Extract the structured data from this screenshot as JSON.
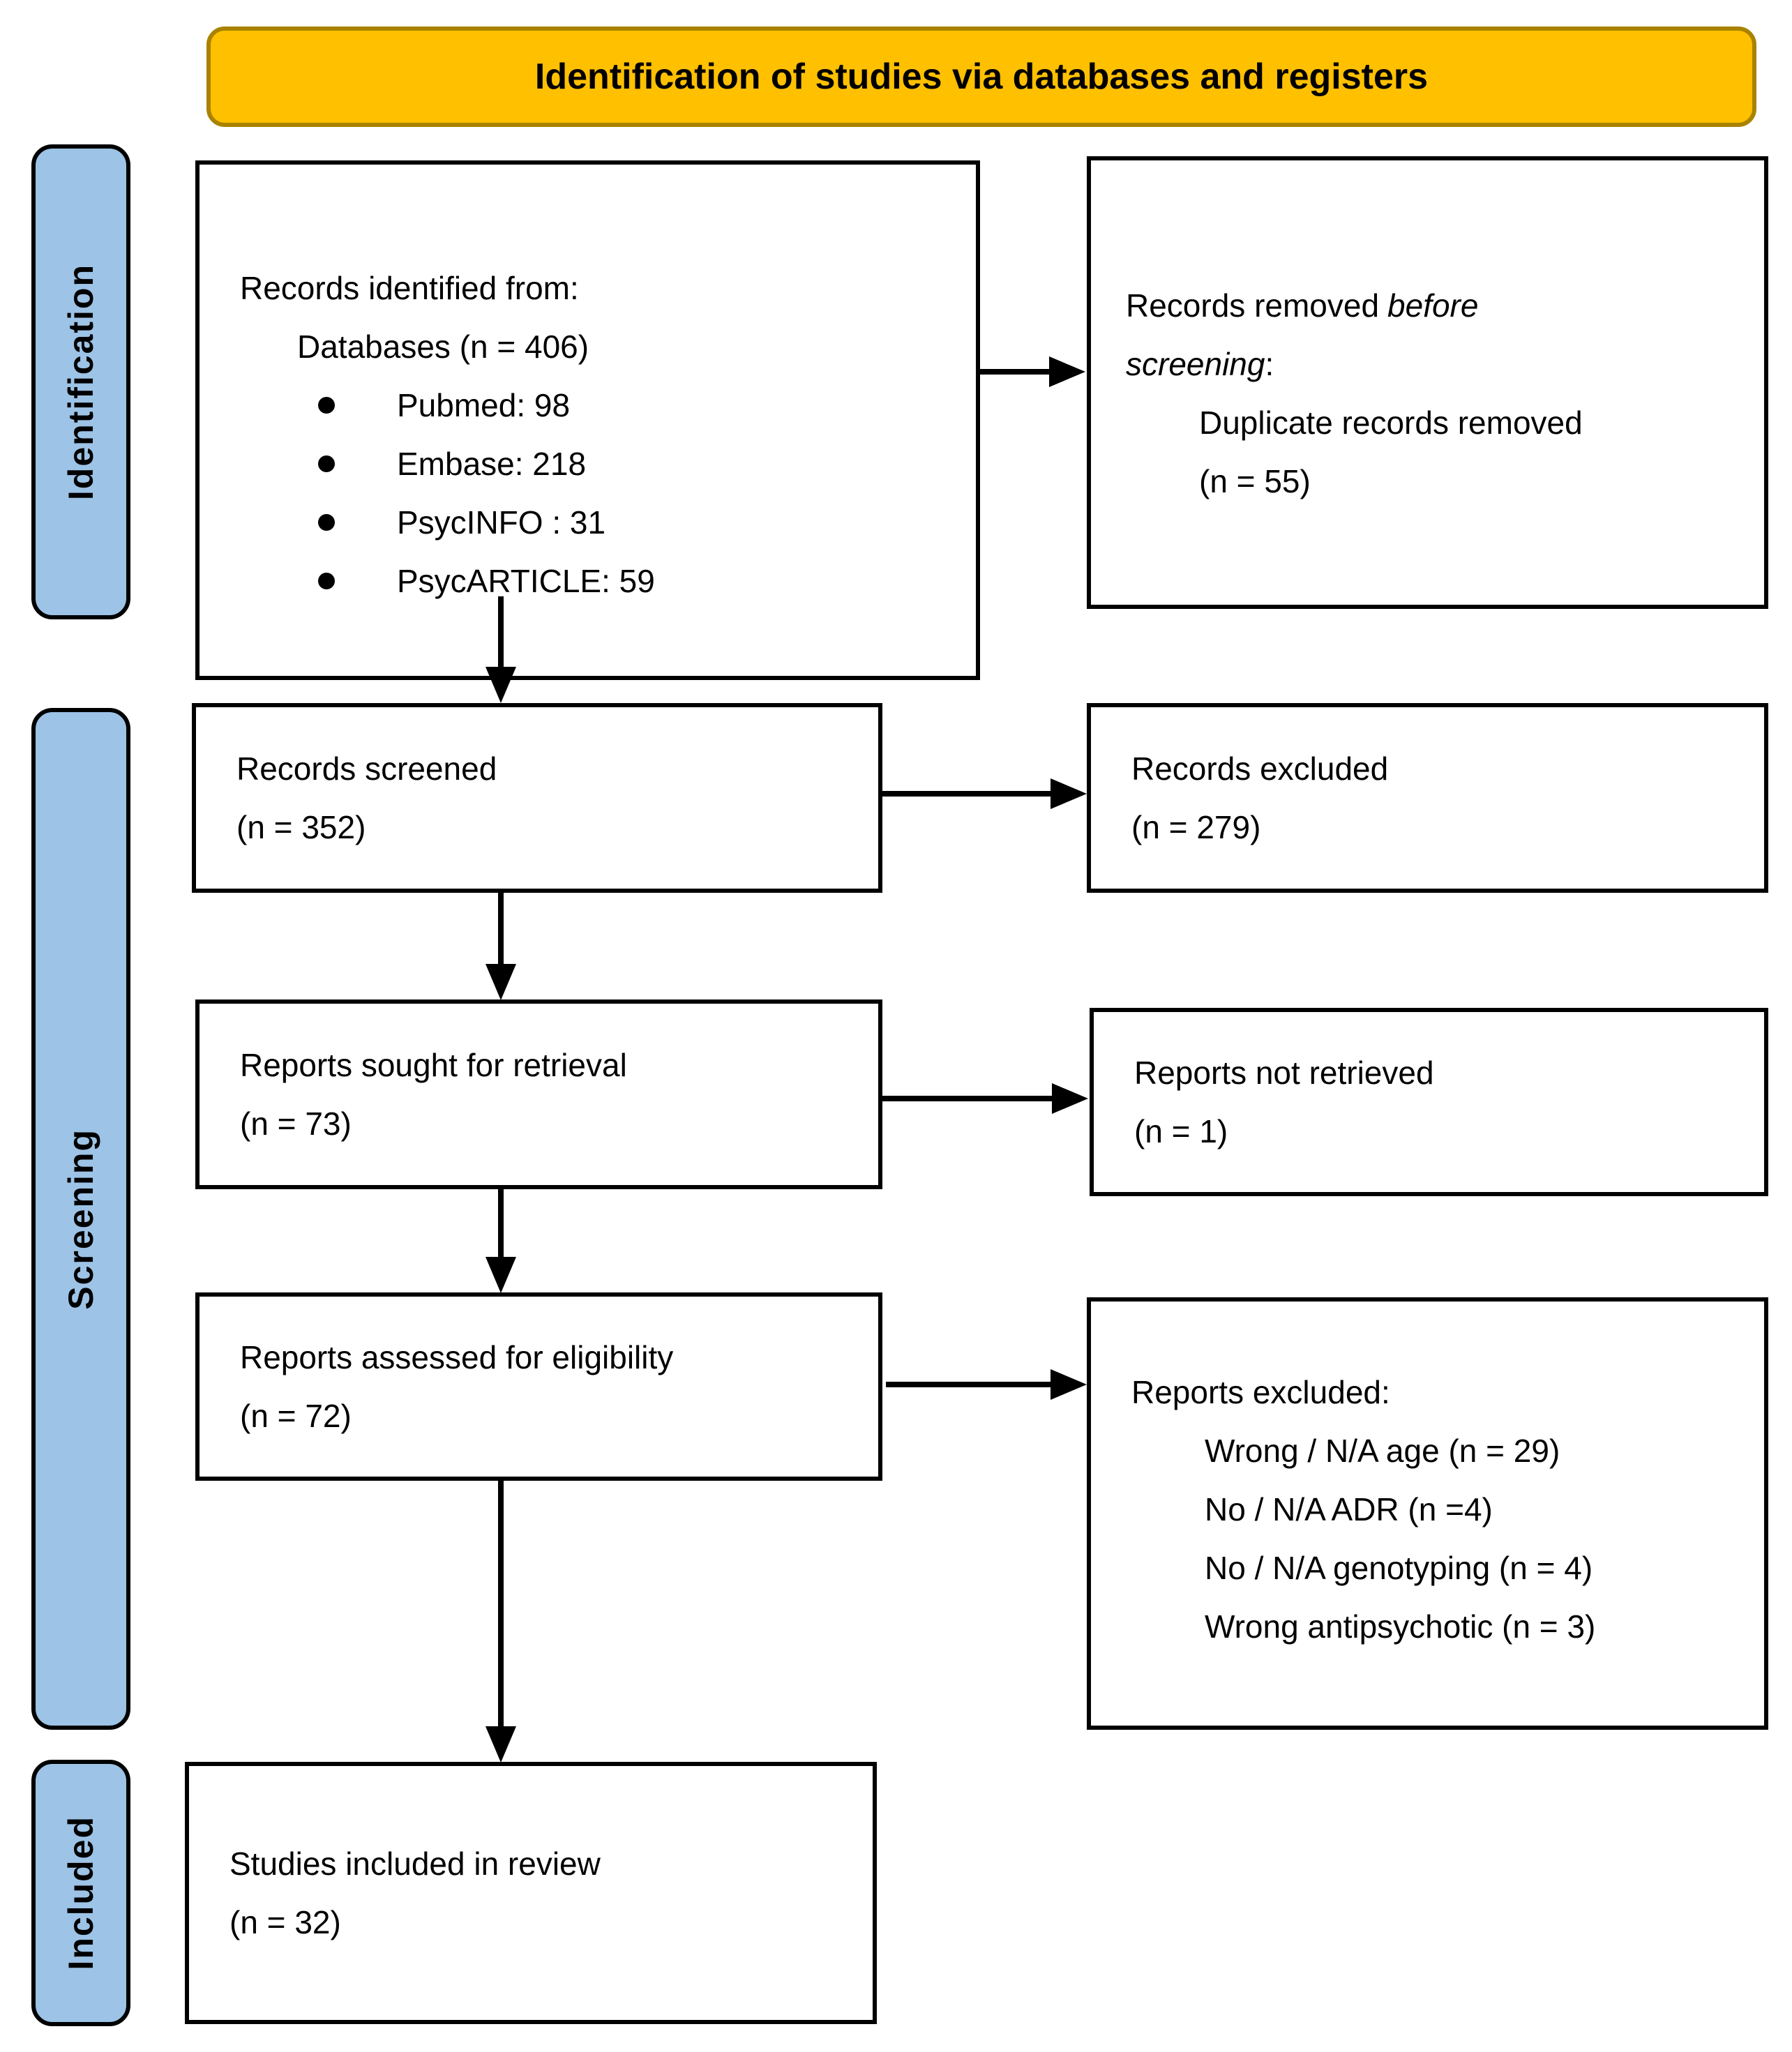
{
  "banner": {
    "title": "Identification of studies via databases and registers"
  },
  "sidebar": {
    "identification": "Identification",
    "screening": "Screening",
    "included": "Included"
  },
  "boxes": {
    "records_identified": {
      "line1": "Records identified from:",
      "line2": "Databases (n = 406)",
      "bullets": [
        "Pubmed: 98",
        "Embase: 218",
        "PsycINFO : 31",
        "PsycARTICLE: 59"
      ]
    },
    "records_removed": {
      "l1_normal": "Records removed",
      "l1_italic": "before",
      "l2_italic": "screening",
      "l2_colon": ":",
      "l3": "Duplicate records removed",
      "l4": "(n = 55)"
    },
    "records_screened": {
      "line1": "Records screened",
      "line2": "(n = 352)"
    },
    "records_excluded": {
      "line1": "Records excluded",
      "line2": "(n = 279)"
    },
    "reports_sought": {
      "line1": "Reports sought for retrieval",
      "line2": "(n = 73)"
    },
    "reports_not_retrieved": {
      "line1": "Reports not retrieved",
      "line2": "(n = 1)"
    },
    "reports_assessed": {
      "line1": "Reports assessed for eligibility",
      "line2": "(n = 72)"
    },
    "reports_excluded": {
      "title": "Reports excluded:",
      "reasons": [
        "Wrong / N/A age (n = 29)",
        "No / N/A ADR (n =4)",
        "No / N/A genotyping (n = 4)",
        "Wrong antipsychotic (n = 3)"
      ]
    },
    "studies_included": {
      "line1": "Studies included in review",
      "line2": "(n = 32)"
    }
  },
  "colors": {
    "banner_fill": "#FFC000",
    "banner_border": "#A98200",
    "sidebar_fill": "#9DC3E6",
    "box_border": "#000000",
    "arrow": "#000000",
    "text": "#000000"
  }
}
